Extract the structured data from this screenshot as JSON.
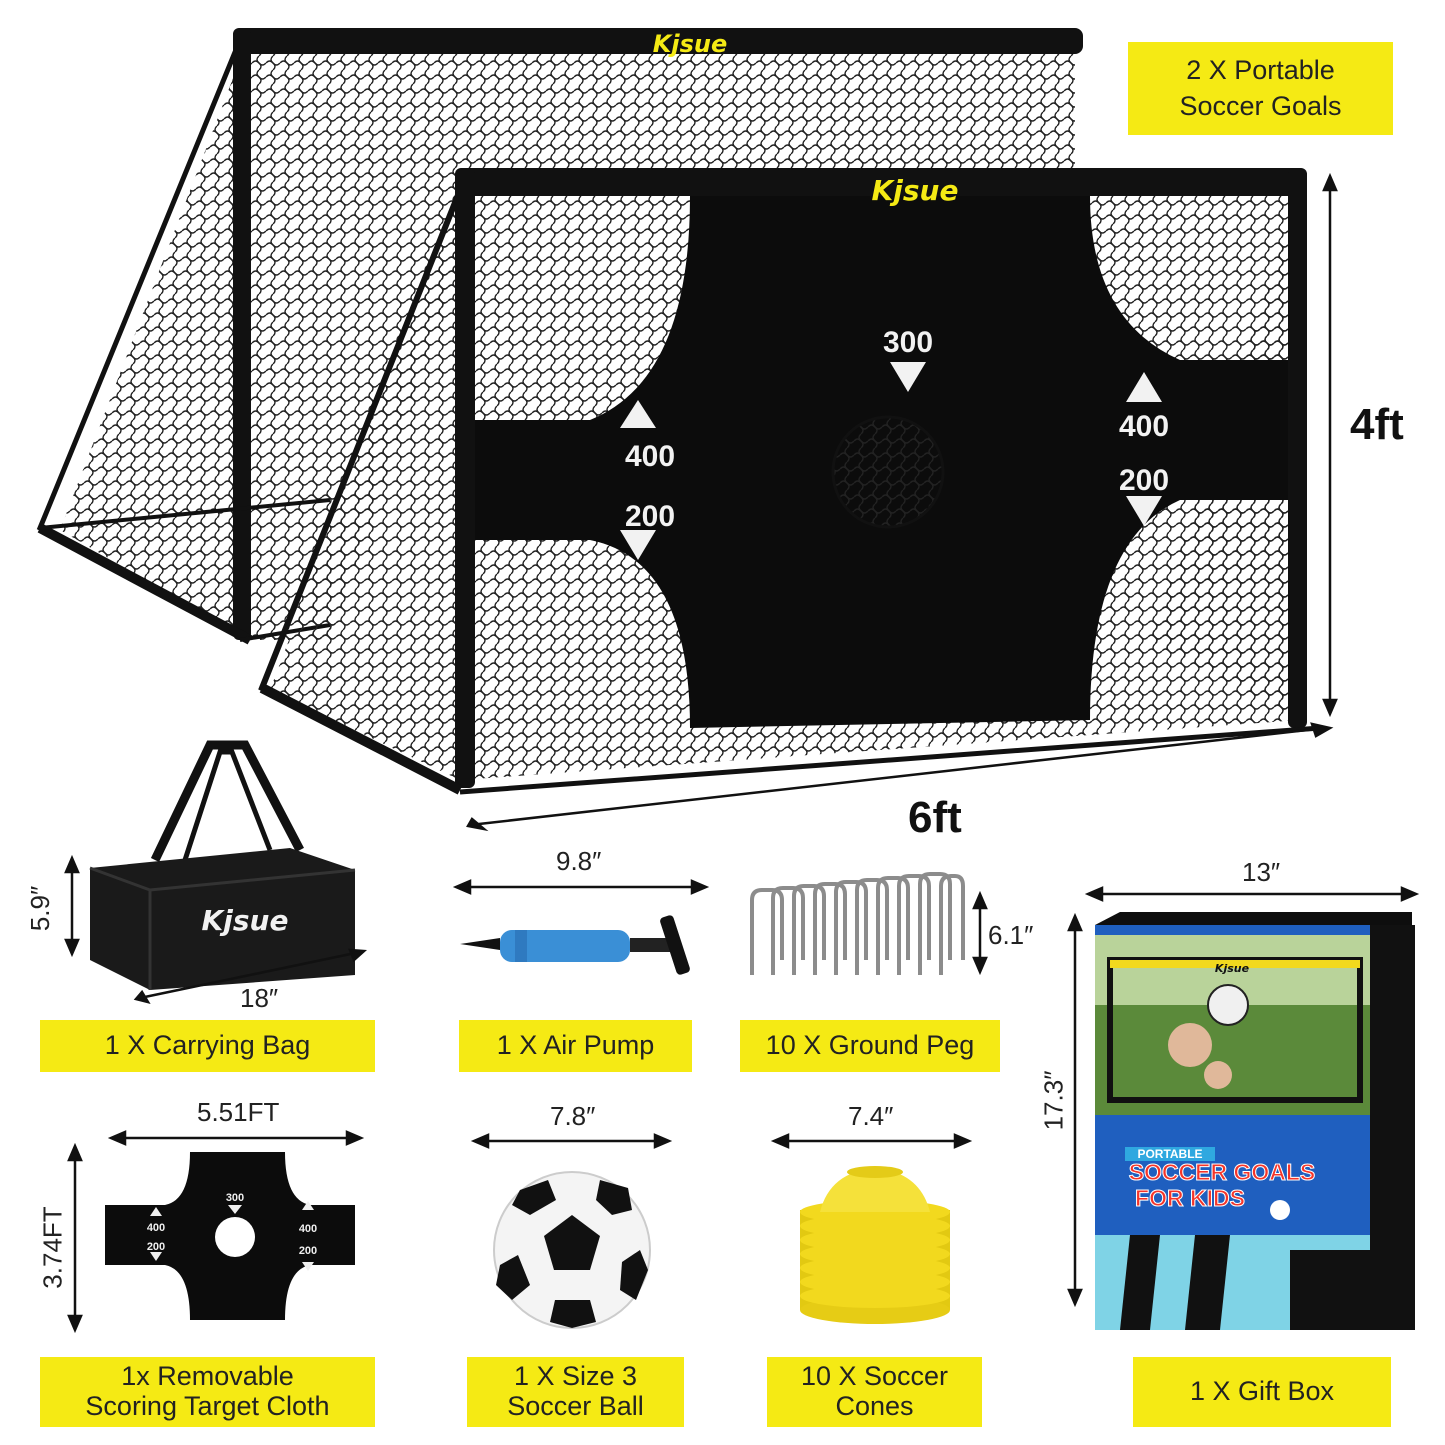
{
  "brand": "Kjsue",
  "goals": {
    "label_line1": "2 X Portable",
    "label_line2": "Soccer Goals",
    "height": "4ft",
    "width": "6ft",
    "target_scores": {
      "center": "300",
      "left_top": "400",
      "left_bottom": "200",
      "right_top": "400",
      "right_bottom": "200"
    }
  },
  "bag": {
    "label": "1 X Carrying Bag",
    "height": "5.9″",
    "width": "18″"
  },
  "pump": {
    "label": "1 X Air Pump",
    "width": "9.8″"
  },
  "pegs": {
    "label": "10 X Ground Peg",
    "height": "6.1″"
  },
  "target_cloth": {
    "label_line1": "1x Removable",
    "label_line2": "Scoring Target Cloth",
    "width": "5.51FT",
    "height": "3.74FT",
    "scores": {
      "center": "300",
      "left_top": "400",
      "left_bottom": "200",
      "right_top": "400",
      "right_bottom": "200"
    }
  },
  "ball": {
    "label_line1": "1 X Size 3",
    "label_line2": "Soccer Ball",
    "width": "7.8″"
  },
  "cones": {
    "label_line1": "10 X Soccer",
    "label_line2": "Cones",
    "width": "7.4″"
  },
  "gift_box": {
    "label": "1 X Gift Box",
    "width": "13″",
    "height": "17.3″",
    "badge": "PORTABLE",
    "title_line1": "SOCCER GOALS",
    "title_line2": "FOR KIDS"
  },
  "colors": {
    "accent_yellow": "#f5ea14",
    "net_black": "#111111",
    "pump_blue": "#3a8fd6",
    "cone_yellow": "#f2d91e",
    "box_blue": "#1f5fbf"
  }
}
